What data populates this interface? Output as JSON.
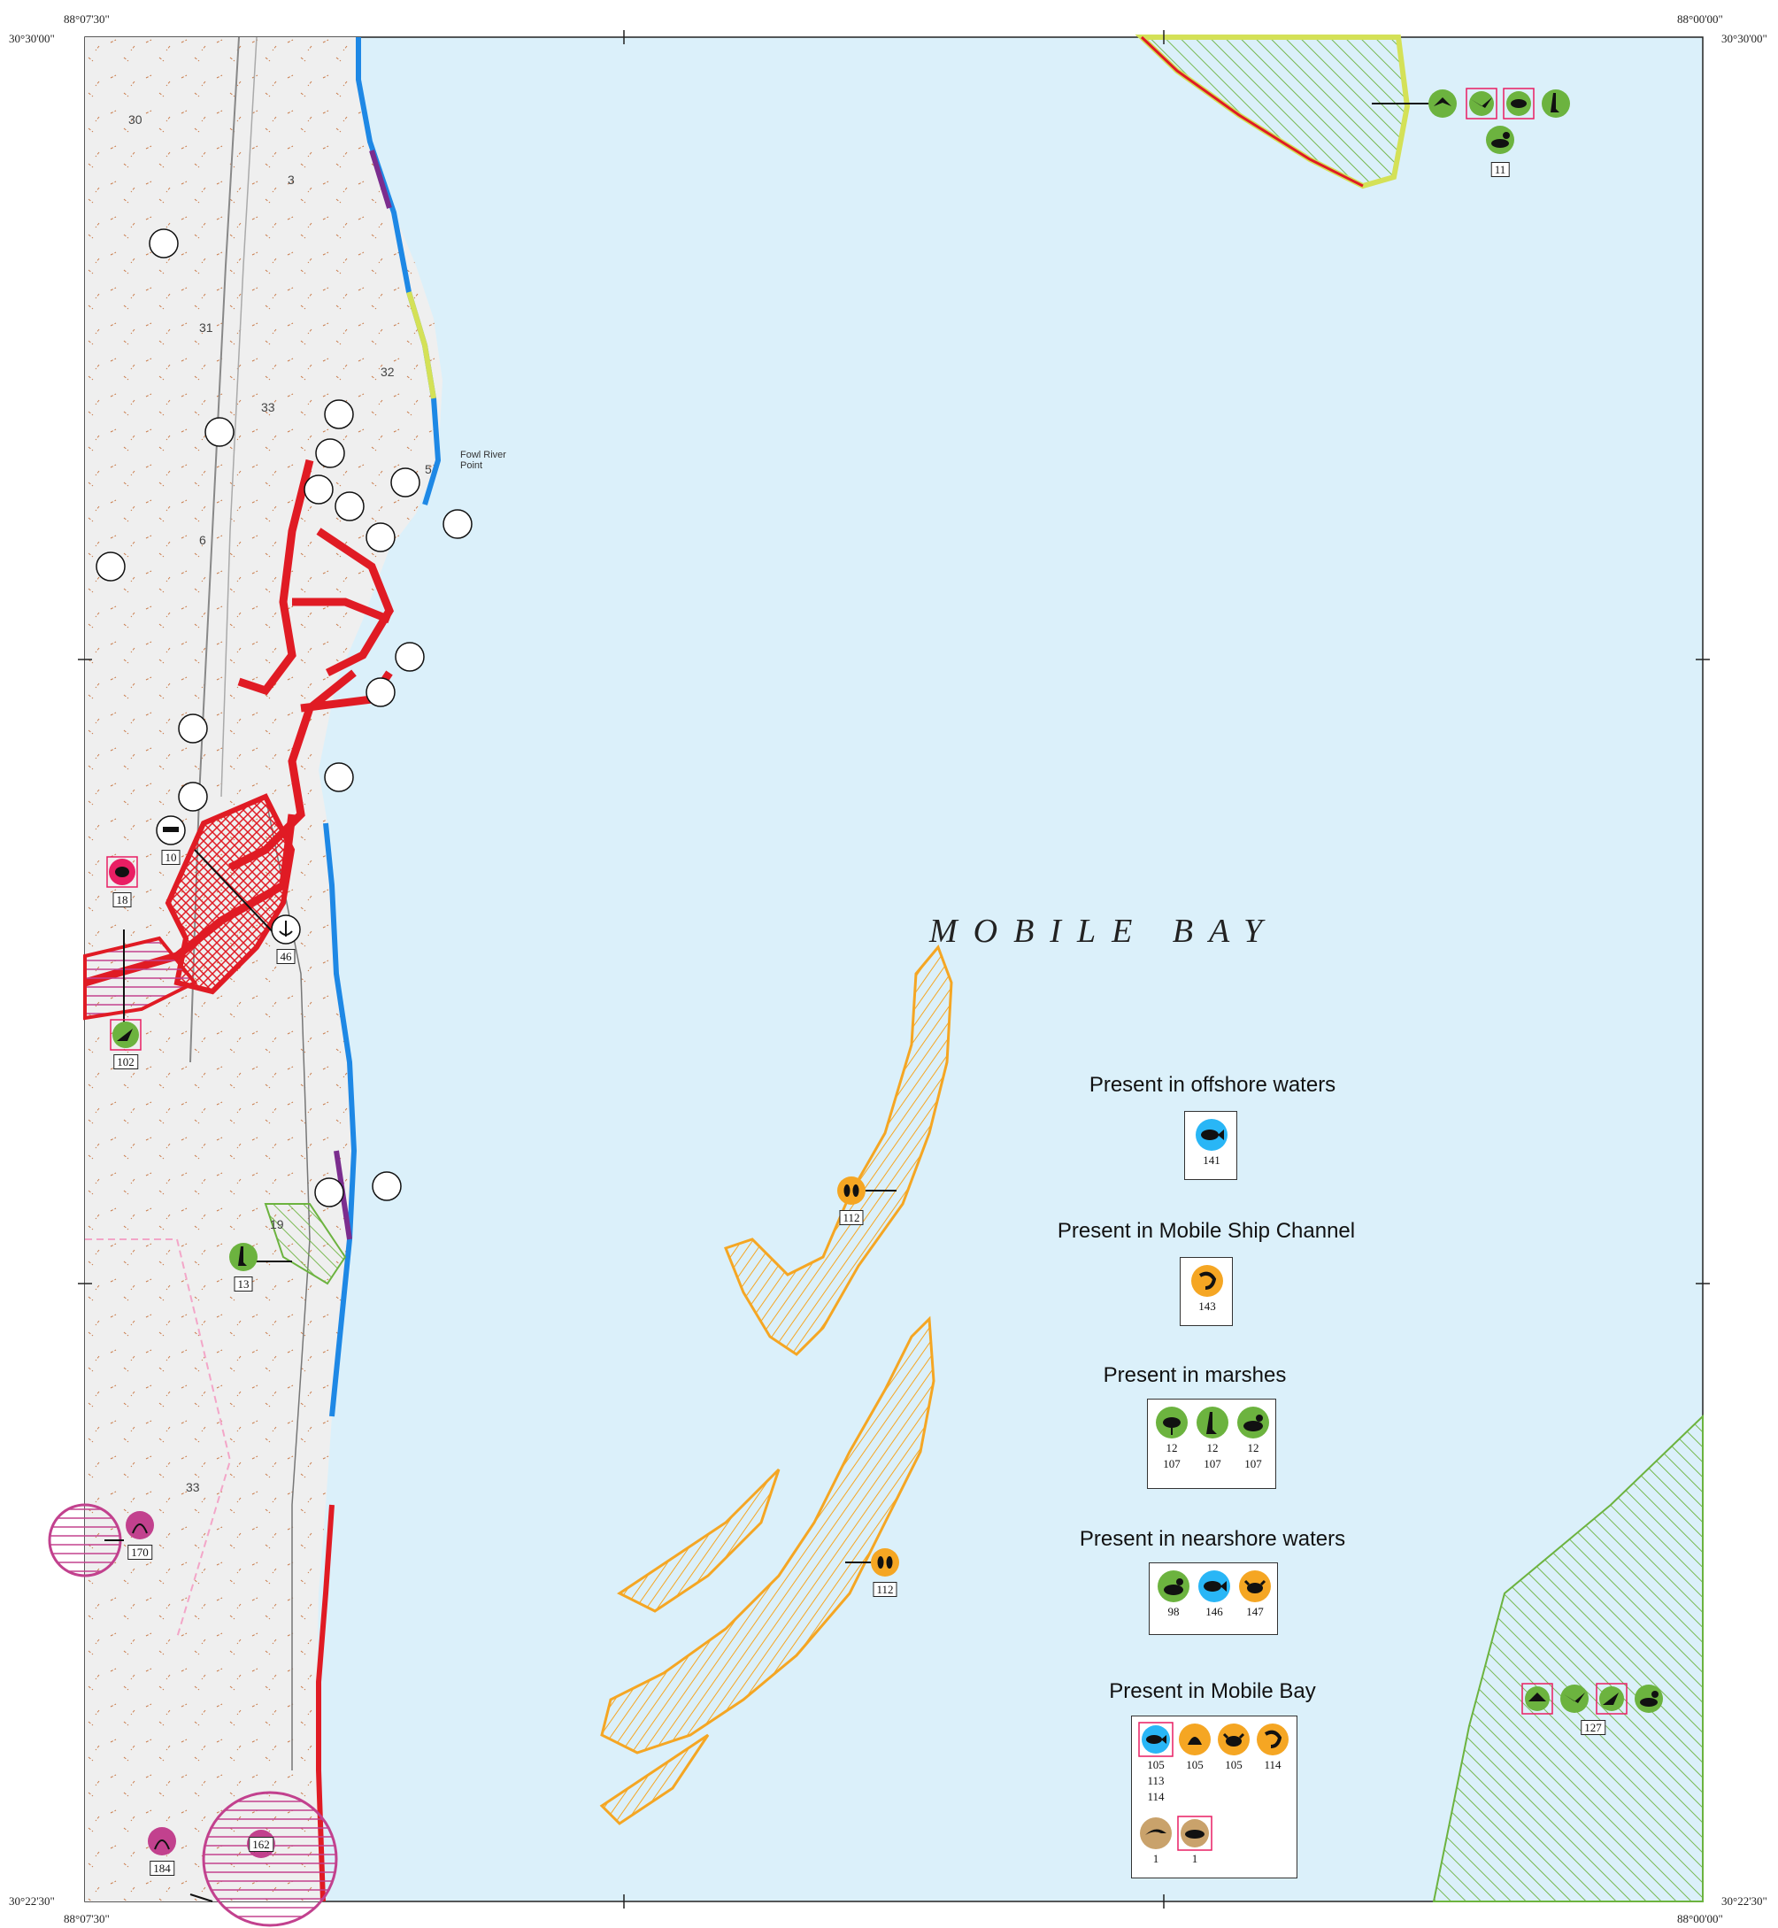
{
  "map": {
    "bay_name": "MOBILE BAY",
    "place_label": "Fowl River Point",
    "coordinates": {
      "top_left": "88°07'30\"",
      "top_right": "88°00'00\"",
      "left_top": "30°30'00\"",
      "right_top": "30°30'00\"",
      "bottom_left": "88°07'30\"",
      "bottom_right": "88°00'00\"",
      "left_bottom": "30°22'30\"",
      "right_bottom": "30°22'30\""
    },
    "colors": {
      "water": "#dbf0fa",
      "land": "#efefef",
      "marsh_red": "#e01b24",
      "sand_orange": "#f5a623",
      "vegetation_green": "#6cb33f",
      "shoreline_yellow": "#d4e157",
      "pink_zone": "#c2418e"
    }
  },
  "legend": {
    "offshore": {
      "title": "Present in offshore waters",
      "items": [
        {
          "icon": "fish-icon",
          "label": "141"
        }
      ]
    },
    "ship_channel": {
      "title": "Present in Mobile Ship Channel",
      "items": [
        {
          "icon": "shrimp-icon",
          "label": "143"
        }
      ]
    },
    "marshes": {
      "title": "Present in marshes",
      "items": [
        {
          "icon": "shorebird-icon",
          "label": "12",
          "label2": "107"
        },
        {
          "icon": "heron-icon",
          "label": "12",
          "label2": "107"
        },
        {
          "icon": "duck-icon",
          "label": "12",
          "label2": "107"
        }
      ]
    },
    "nearshore": {
      "title": "Present in nearshore waters",
      "items": [
        {
          "icon": "duck-icon",
          "label": "98"
        },
        {
          "icon": "fish-icon",
          "label": "146"
        },
        {
          "icon": "crab-icon",
          "label": "147"
        }
      ]
    },
    "mobile_bay": {
      "title": "Present in Mobile Bay",
      "items": [
        {
          "icon": "fish-icon",
          "label": "105",
          "label2": "113",
          "label3": "114"
        },
        {
          "icon": "oyster-icon",
          "label": "105"
        },
        {
          "icon": "crab-icon",
          "label": "105"
        },
        {
          "icon": "shrimp-icon",
          "label": "114"
        },
        {
          "icon": "dolphin-icon",
          "label": "1"
        },
        {
          "icon": "manatee-icon",
          "label": "1"
        }
      ]
    }
  },
  "map_tags": {
    "t11": "11",
    "t10": "10",
    "t18": "18",
    "t46": "46",
    "t102": "102",
    "t13": "13",
    "t112a": "112",
    "t112b": "112",
    "t170": "170",
    "t162": "162",
    "t184": "184",
    "t127": "127"
  },
  "section_numbers": [
    "30",
    "3",
    "31",
    "32",
    "33",
    "6",
    "5",
    "19",
    "33"
  ]
}
